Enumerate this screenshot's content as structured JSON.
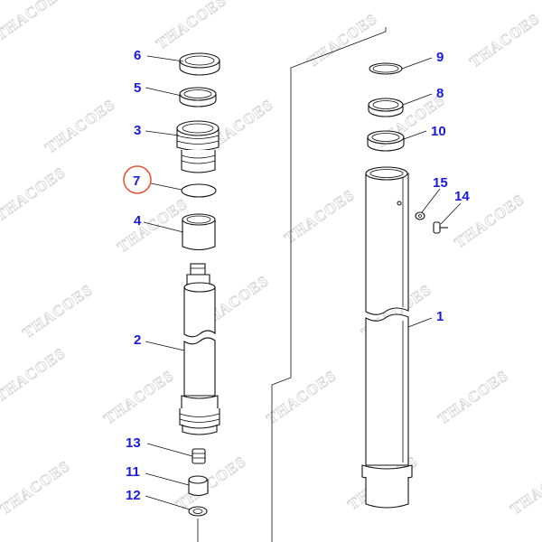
{
  "watermark": {
    "text": "THACOES"
  },
  "highlight_color": "#e5533a",
  "label_color": "#1a1ae0",
  "parts": {
    "p1": {
      "label": "1"
    },
    "p2": {
      "label": "2"
    },
    "p3": {
      "label": "3"
    },
    "p4": {
      "label": "4"
    },
    "p5": {
      "label": "5"
    },
    "p6": {
      "label": "6"
    },
    "p7": {
      "label": "7",
      "highlighted": true
    },
    "p8": {
      "label": "8"
    },
    "p9": {
      "label": "9"
    },
    "p10": {
      "label": "10"
    },
    "p11": {
      "label": "11"
    },
    "p12": {
      "label": "12"
    },
    "p13": {
      "label": "13"
    },
    "p14": {
      "label": "14"
    },
    "p15": {
      "label": "15"
    }
  }
}
